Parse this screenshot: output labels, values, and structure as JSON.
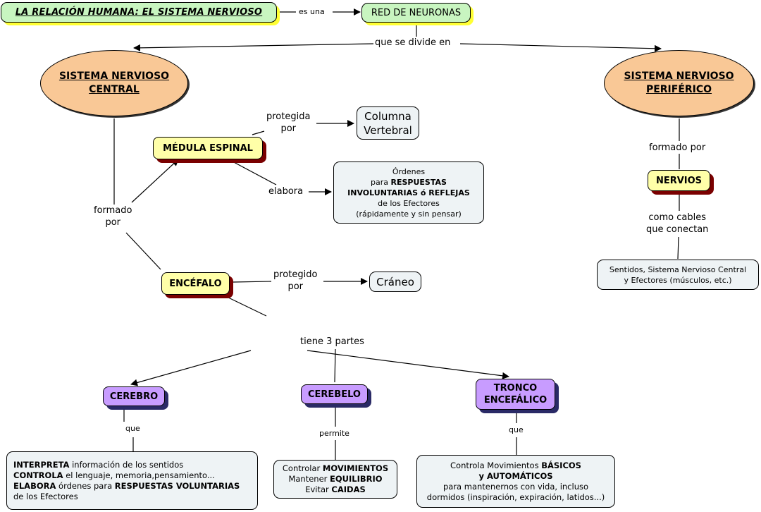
{
  "title": "LA RELACIÓN HUMANA: EL SISTEMA NERVIOSO",
  "nodes": {
    "red_neuronas": "RED DE NEURONAS",
    "snc": [
      "SISTEMA NERVIOSO",
      "CENTRAL"
    ],
    "snp": [
      "SISTEMA NERVIOSO",
      "PERIFÉRICO"
    ],
    "medula": "MÉDULA ESPINAL",
    "columna": [
      "Columna",
      "Vertebral"
    ],
    "ordenes_reflejas": {
      "line1": "Órdenes",
      "line2_pre": "para ",
      "line2_bold": "RESPUESTAS",
      "line3_bold": "INVOLUNTARIAS ó REFLEJAS",
      "line4": "de los Efectores",
      "line5": "(rápidamente y sin pensar)"
    },
    "encefalo": "ENCÉFALO",
    "craneo": "Cráneo",
    "nervios": "NERVIOS",
    "sentidos": [
      "Sentidos, Sistema Nervioso Central",
      "y Efectores (músculos, etc.)"
    ],
    "cerebro": "CEREBRO",
    "cerebelo": "CEREBELO",
    "tronco": [
      "TRONCO",
      "ENCEFÁLICO"
    ],
    "cerebro_desc": {
      "l1_bold": "INTERPRETA",
      "l1": " información de los sentidos",
      "l2_bold": "CONTROLA",
      "l2": " el lenguaje, memoria,pensamiento...",
      "l3_bold": "ELABORA",
      "l3": " órdenes para ",
      "l3_bold2": "RESPUESTAS VOLUNTARIAS",
      "l4": "de los Efectores"
    },
    "cerebelo_desc": {
      "l1": "Controlar ",
      "l1_bold": "MOVIMIENTOS",
      "l2": "Mantener ",
      "l2_bold": "EQUILIBRIO",
      "l3": "Evitar ",
      "l3_bold": "CAIDAS"
    },
    "tronco_desc": {
      "l1": "Controla Movimientos ",
      "l1_bold": "BÁSICOS",
      "l2_bold": "y AUTOMÁTICOS",
      "l3": "para mantenernos con vida, incluso",
      "l4": "dormidos (inspiración, expiración, latidos...)"
    }
  },
  "links": {
    "es_una": "es una",
    "se_divide": "que se divide en",
    "formado_por_snc": [
      "formado",
      "por"
    ],
    "protegida_por": [
      "protegida",
      "por"
    ],
    "elabora": "elabora",
    "protegido_por": [
      "protegido",
      "por"
    ],
    "formado_por_snp": "formado por",
    "como_cables": [
      "como cables",
      "que conectan"
    ],
    "tiene_3_partes": "tiene 3 partes",
    "que_cerebro": "que",
    "permite": "permite",
    "que_tronco": "que"
  },
  "colors": {
    "title_fill": "#c8f5c0",
    "title_shadow": "#ffff33",
    "ellipse_fill": "#f9c896",
    "yellow_fill": "#ffffa8",
    "yellow_shadow": "#7a0000",
    "purple_fill": "#c89cff",
    "purple_shadow": "#2a2a66",
    "grey_fill": "#eef3f5"
  }
}
